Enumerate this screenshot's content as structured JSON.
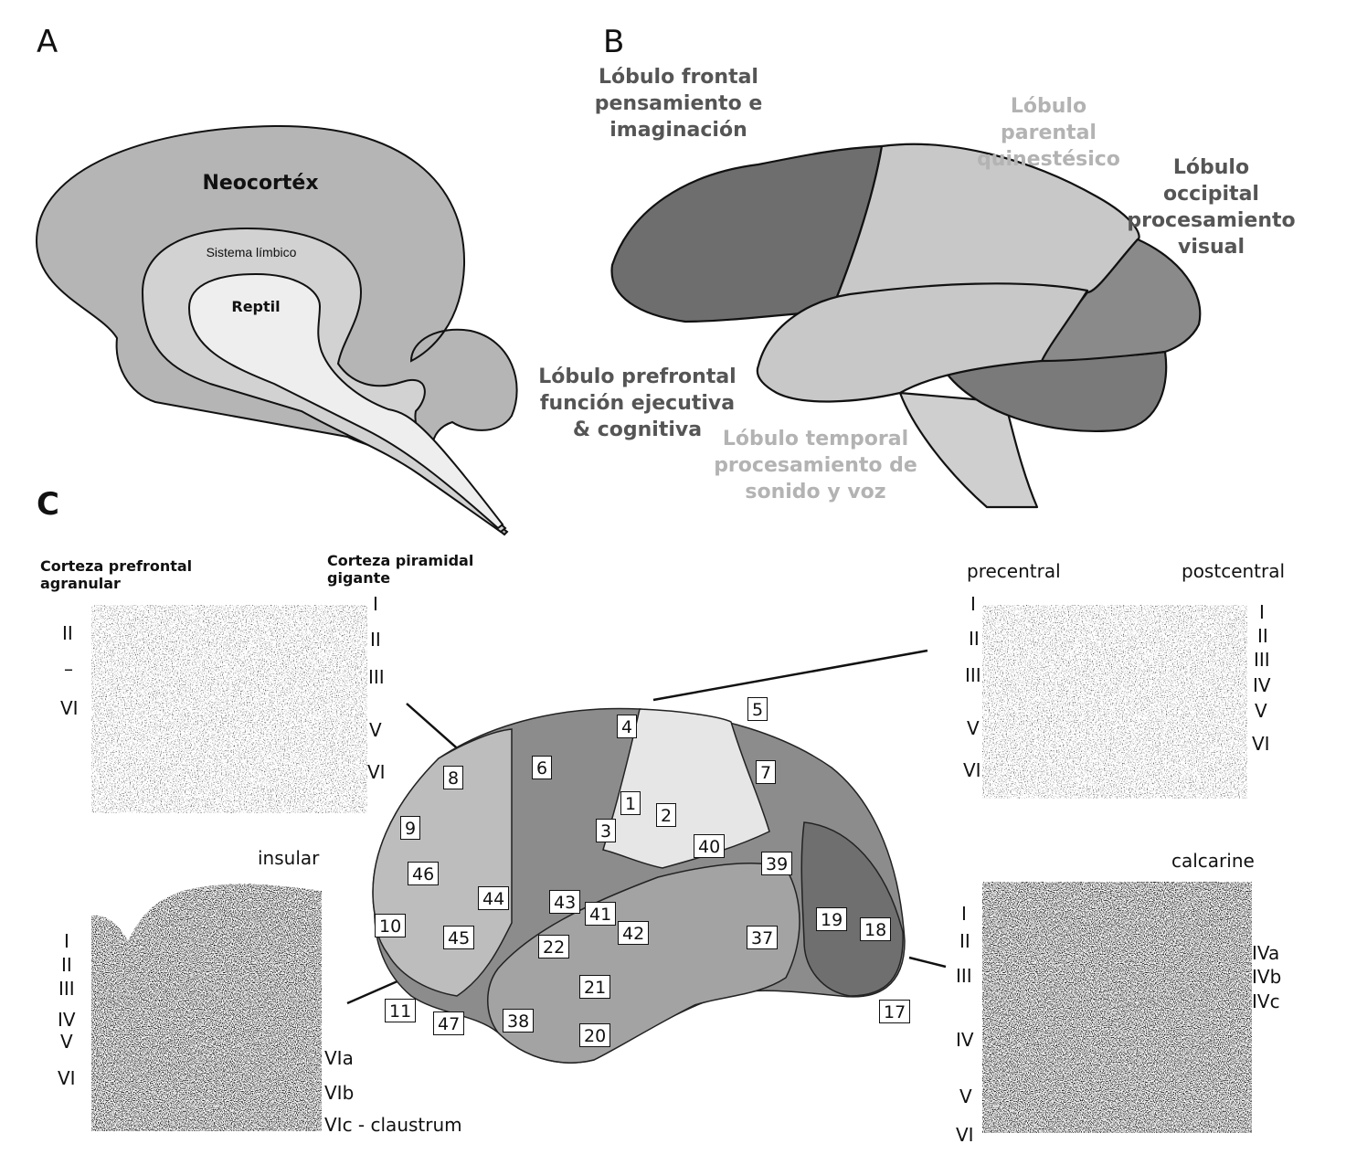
{
  "panels": {
    "a": {
      "letter": "A",
      "neocortex": "Neocortéx",
      "limbic": "Sistema límbico",
      "reptile": "Reptil"
    },
    "b": {
      "letter": "B",
      "frontal": [
        "Lóbulo frontal",
        "pensamiento e",
        "imaginación"
      ],
      "parietal": [
        "Lóbulo parental",
        "quinestésico"
      ],
      "occipital": [
        "Lóbulo occipital",
        "procesamiento",
        "visual"
      ],
      "prefrontal": [
        "Lóbulo prefrontal",
        "función ejecutiva",
        "& cognitiva"
      ],
      "temporal": [
        "Lóbulo temporal",
        "procesamiento de",
        "sonido y voz"
      ]
    },
    "c": {
      "letter": "C",
      "agranular_title": [
        "Corteza prefrontal",
        "agranular"
      ],
      "pyramidal_title": [
        "Corteza piramidal",
        "gigante"
      ],
      "agranular_layers": [
        "II",
        "–",
        "VI"
      ],
      "pyramidal_layers": [
        "I",
        "II",
        "III",
        "V",
        "VI"
      ],
      "insular_title": "insular",
      "insular_left_layers": [
        "I",
        "II",
        "III",
        "IV",
        "V",
        "VI"
      ],
      "insular_right_layers": [
        "VIa",
        "VIb",
        "VIc - claustrum"
      ],
      "precentral_title": "precentral",
      "postcentral_title": "postcentral",
      "precentral_layers": [
        "I",
        "II",
        "III",
        "V",
        "VI"
      ],
      "postcentral_layers": [
        "I",
        "II",
        "III",
        "IV",
        "V",
        "VI"
      ],
      "calcarine_title": "calcarine",
      "calcarine_left_layers": [
        "I",
        "II",
        "III",
        "IV",
        "V",
        "VI"
      ],
      "calcarine_right_layers": [
        "IVa",
        "IVb",
        "IVc"
      ],
      "brodmann_areas": [
        "4",
        "5",
        "6",
        "8",
        "7",
        "1",
        "2",
        "3",
        "9",
        "40",
        "39",
        "46",
        "44",
        "43",
        "41",
        "10",
        "45",
        "42",
        "37",
        "19",
        "18",
        "22",
        "21",
        "11",
        "47",
        "38",
        "20",
        "17"
      ]
    }
  }
}
